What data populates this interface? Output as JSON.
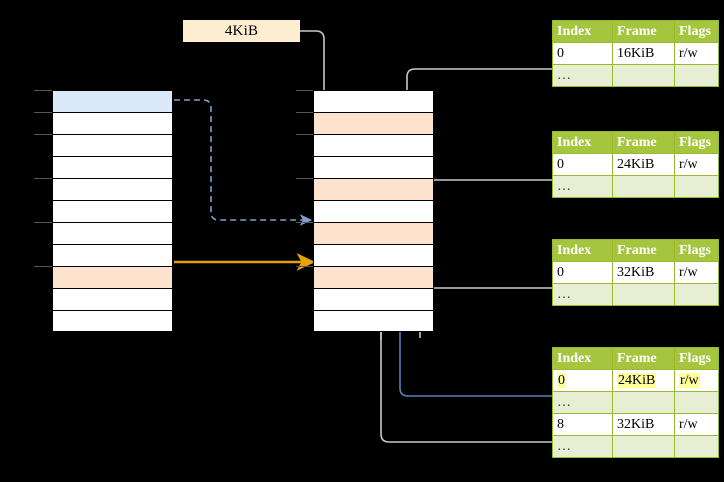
{
  "diagram": {
    "title_label": "4KiB",
    "page_size_box": {
      "label": "4KiB"
    },
    "left_column": {
      "name": "virtual-address-space-column",
      "rows": [
        {
          "id": "L0",
          "fill": "blue",
          "label": ""
        },
        {
          "id": "L1",
          "fill": "white",
          "label": ""
        },
        {
          "id": "L2",
          "fill": "white",
          "label": ""
        },
        {
          "id": "L3",
          "fill": "white",
          "label": ""
        },
        {
          "id": "L4",
          "fill": "white",
          "label": ""
        },
        {
          "id": "L5",
          "fill": "white",
          "label": ""
        },
        {
          "id": "L6",
          "fill": "white",
          "label": ""
        },
        {
          "id": "L7",
          "fill": "white",
          "label": ""
        },
        {
          "id": "L8",
          "fill": "peach",
          "label": ""
        },
        {
          "id": "L9",
          "fill": "white",
          "label": ""
        },
        {
          "id": "L10",
          "fill": "white",
          "label": ""
        }
      ]
    },
    "middle_column": {
      "name": "physical-memory-column",
      "rows": [
        {
          "id": "M0",
          "fill": "white",
          "label": ""
        },
        {
          "id": "M1",
          "fill": "peach",
          "label": ""
        },
        {
          "id": "M2",
          "fill": "white",
          "label": ""
        },
        {
          "id": "M3",
          "fill": "white",
          "label": ""
        },
        {
          "id": "M4",
          "fill": "peach",
          "label": ""
        },
        {
          "id": "M5",
          "fill": "white",
          "label": ""
        },
        {
          "id": "M6",
          "fill": "peach",
          "label": ""
        },
        {
          "id": "M7",
          "fill": "white",
          "label": ""
        },
        {
          "id": "M8",
          "fill": "peach",
          "label": ""
        },
        {
          "id": "M9",
          "fill": "white",
          "label": ""
        },
        {
          "id": "M10",
          "fill": "white",
          "label": ""
        }
      ]
    },
    "tables": [
      {
        "name": "page-table-1",
        "headers": [
          "Index",
          "Frame",
          "Flags"
        ],
        "rows": [
          {
            "cells": [
              "0",
              "16KiB",
              "r/w"
            ],
            "style": "normal",
            "highlight": [
              false,
              false,
              false
            ]
          },
          {
            "cells": [
              "…",
              "",
              ""
            ],
            "style": "ellipsis",
            "highlight": [
              false,
              false,
              false
            ]
          }
        ]
      },
      {
        "name": "page-table-2",
        "headers": [
          "Index",
          "Frame",
          "Flags"
        ],
        "rows": [
          {
            "cells": [
              "0",
              "24KiB",
              "r/w"
            ],
            "style": "normal",
            "highlight": [
              false,
              false,
              false
            ]
          },
          {
            "cells": [
              "…",
              "",
              ""
            ],
            "style": "ellipsis",
            "highlight": [
              false,
              false,
              false
            ]
          }
        ]
      },
      {
        "name": "page-table-3",
        "headers": [
          "Index",
          "Frame",
          "Flags"
        ],
        "rows": [
          {
            "cells": [
              "0",
              "32KiB",
              "r/w"
            ],
            "style": "normal",
            "highlight": [
              false,
              false,
              false
            ]
          },
          {
            "cells": [
              "…",
              "",
              ""
            ],
            "style": "ellipsis",
            "highlight": [
              false,
              false,
              false
            ]
          }
        ]
      },
      {
        "name": "page-table-4",
        "headers": [
          "Index",
          "Frame",
          "Flags"
        ],
        "rows": [
          {
            "cells": [
              "0",
              "24KiB",
              "r/w"
            ],
            "style": "normal",
            "highlight": [
              true,
              true,
              true
            ]
          },
          {
            "cells": [
              "…",
              "",
              ""
            ],
            "style": "ellipsis",
            "highlight": [
              false,
              false,
              false
            ]
          },
          {
            "cells": [
              "8",
              "32KiB",
              "r/w"
            ],
            "style": "normal",
            "highlight": [
              false,
              false,
              false
            ]
          },
          {
            "cells": [
              "…",
              "",
              ""
            ],
            "style": "ellipsis",
            "highlight": [
              false,
              false,
              false
            ]
          }
        ]
      }
    ],
    "colors": {
      "background": "#000000",
      "table_header": "#a6c53e",
      "table_border": "#9aba2e",
      "ellipsis_row": "#e8eed3",
      "highlight_yellow": "#ffff99",
      "page_fill_peach": "#fde3cd",
      "page_fill_blue": "#dce9f9",
      "size_box_fill": "#fdeed2",
      "arrow_blue": "#4a72b5",
      "arrow_blue_light": "#8aa9d6",
      "arrow_orange": "#e8a200",
      "arrow_gray": "#bbbbbb"
    },
    "connectors": [
      {
        "name": "size-box-to-page",
        "from": "4KiB box",
        "to": "physical page M1",
        "style": "solid-gray"
      },
      {
        "name": "vaddr-page-to-frame",
        "from": "virtual page L0",
        "to": "physical page M6",
        "style": "dashed-blue"
      },
      {
        "name": "vaddr-page-to-frame-2",
        "from": "virtual page L8",
        "to": "physical page M8",
        "style": "solid-orange"
      },
      {
        "name": "table1-to-page",
        "from": "page-table-1 row 0",
        "to": "physical page M4",
        "style": "solid-gray"
      },
      {
        "name": "table2-to-page",
        "from": "page-table-2 row 0",
        "to": "physical page M6",
        "style": "solid-gray"
      },
      {
        "name": "table3-to-page",
        "from": "page-table-3 row 0",
        "to": "physical page M8",
        "style": "solid-gray"
      },
      {
        "name": "table4-row0-to-page",
        "from": "page-table-4 row 0",
        "to": "physical page M6",
        "style": "solid-blue"
      },
      {
        "name": "table4-row8-to-page",
        "from": "page-table-4 row 8",
        "to": "physical page M8",
        "style": "solid-gray"
      }
    ]
  }
}
